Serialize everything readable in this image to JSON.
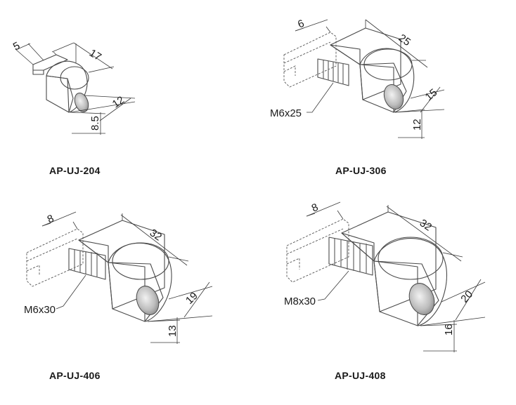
{
  "parts": [
    {
      "model": "AP-UJ-204",
      "thread": "",
      "dims": {
        "length": "17",
        "height": "12",
        "offset": "8.5",
        "tab": "5"
      }
    },
    {
      "model": "AP-UJ-306",
      "thread": "M6x25",
      "dims": {
        "length": "25",
        "height": "15",
        "offset": "12",
        "tab": "6"
      }
    },
    {
      "model": "AP-UJ-406",
      "thread": "M6x30",
      "dims": {
        "length": "32",
        "height": "19",
        "offset": "13",
        "tab": "8"
      }
    },
    {
      "model": "AP-UJ-408",
      "thread": "M8x30",
      "dims": {
        "length": "32",
        "height": "20",
        "offset": "16",
        "tab": "8"
      }
    }
  ],
  "colors": {
    "body_light": "#f4f4f4",
    "body_mid": "#cfcfcf",
    "body_dark": "#9a9a9a",
    "line": "#3a3a3a"
  }
}
